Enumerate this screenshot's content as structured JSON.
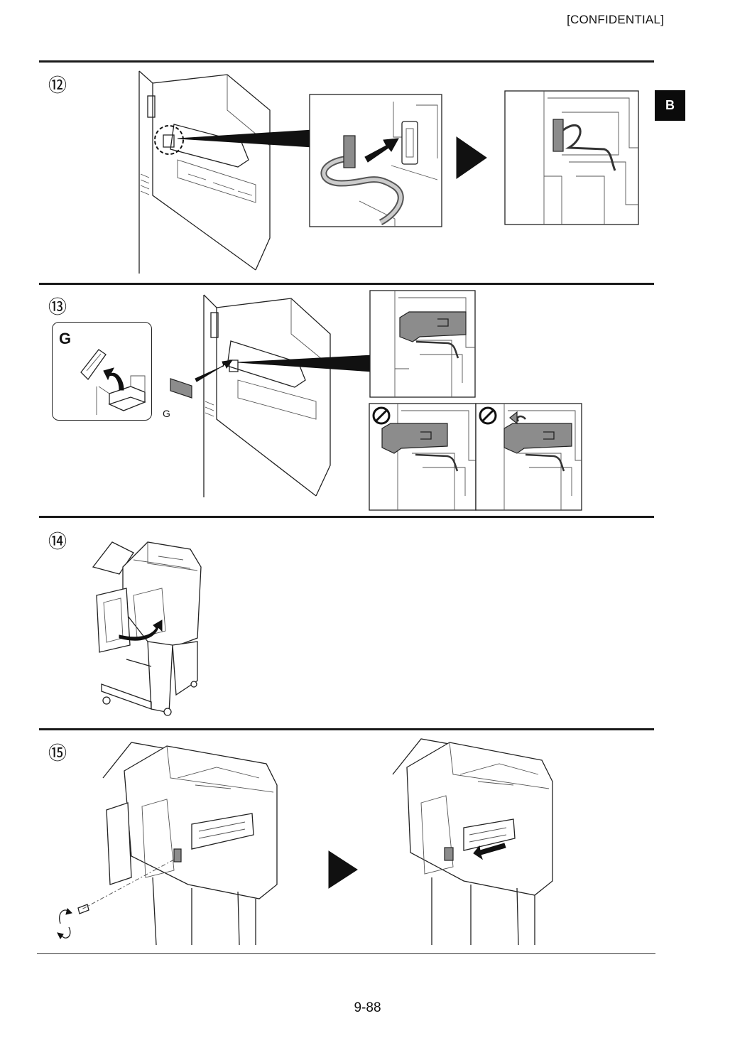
{
  "header": {
    "confidential": "[CONFIDENTIAL]",
    "section_tab": "B"
  },
  "steps": [
    {
      "number": "⑫"
    },
    {
      "number": "⑬",
      "part_box_label": "G",
      "part_callout": "G"
    },
    {
      "number": "⑭"
    },
    {
      "number": "⑮"
    }
  ],
  "footer": {
    "page_number": "9-88"
  }
}
